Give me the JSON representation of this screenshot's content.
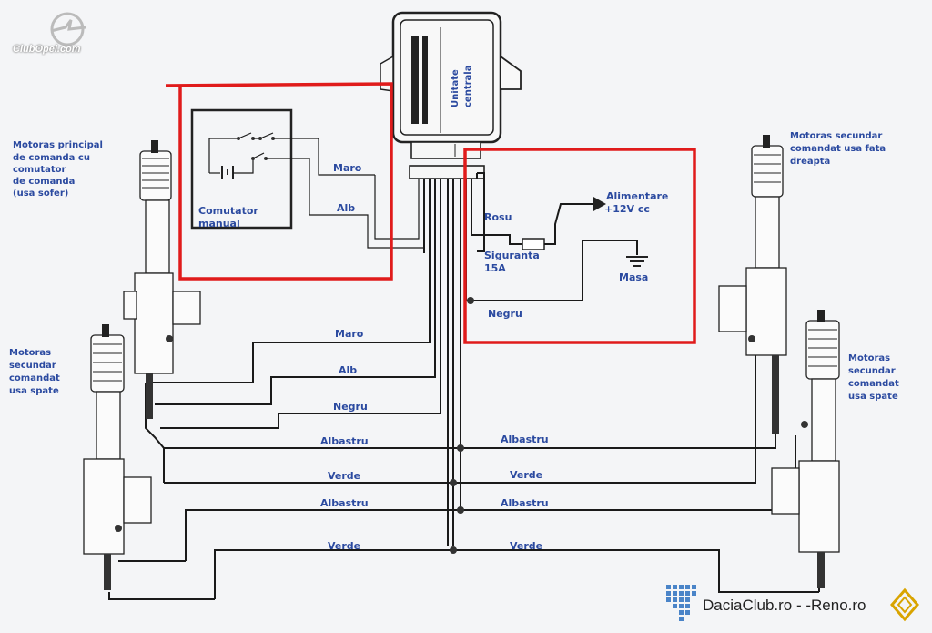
{
  "watermark_top": "ClubOpel.com",
  "watermark_bottom": "DaciaClub.ro - -Reno.ro",
  "central_unit_label": [
    "Unitate",
    "centrala"
  ],
  "switch_label": [
    "Comutator",
    "manual"
  ],
  "actuators": {
    "left_front": [
      "Motoras principal",
      "de comanda cu",
      "comutator",
      "de comanda",
      "(usa sofer)"
    ],
    "left_rear": [
      "Motoras",
      "secundar",
      "comandat",
      "usa spate"
    ],
    "right_front": [
      "Motoras secundar",
      "comandat usa fata",
      "dreapta"
    ],
    "right_rear": [
      "Motoras",
      "secundar",
      "comandat",
      "usa spate"
    ]
  },
  "wire_labels": {
    "switch_maro": "Maro",
    "switch_alb": "Alb",
    "maro": "Maro",
    "alb": "Alb",
    "negru": "Negru",
    "albastru_1_left": "Albastru",
    "albastru_1_right": "Albastru",
    "verde_1_left": "Verde",
    "verde_1_right": "Verde",
    "albastru_2_left": "Albastru",
    "albastru_2_right": "Albastru",
    "verde_2_left": "Verde",
    "verde_2_right": "Verde"
  },
  "power": {
    "rosu": "Rosu",
    "fuse": [
      "Siguranta",
      "15A"
    ],
    "supply": [
      "Alimentare",
      "+12V cc"
    ],
    "ground": "Masa",
    "negru": "Negru"
  },
  "colors": {
    "highlight": "#e01b1b",
    "label": "#2b4aa0"
  }
}
